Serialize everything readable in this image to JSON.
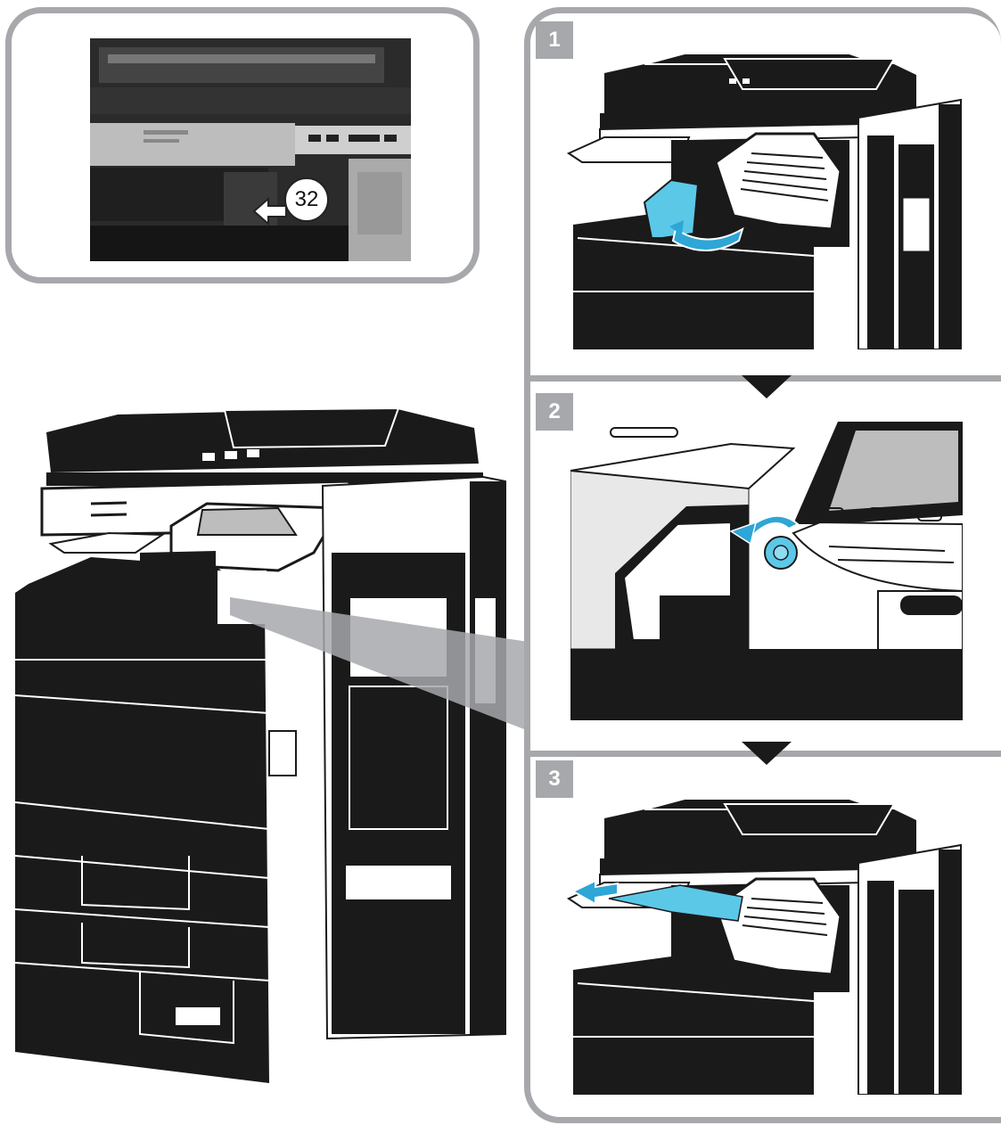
{
  "callout": {
    "page_ref": "32"
  },
  "steps": [
    {
      "number": "1"
    },
    {
      "number": "2"
    },
    {
      "number": "3"
    }
  ],
  "colors": {
    "frame": "#a6a8ab",
    "machine": "#1a1a1a",
    "highlight": "#5cc8e8",
    "arrow_blue": "#2ea6d6"
  },
  "icons": [
    "circled-page-reference-icon",
    "left-arrow-icon",
    "rotate-arrow-icon",
    "pull-out-arrow-icon",
    "step-down-arrow-icon"
  ]
}
